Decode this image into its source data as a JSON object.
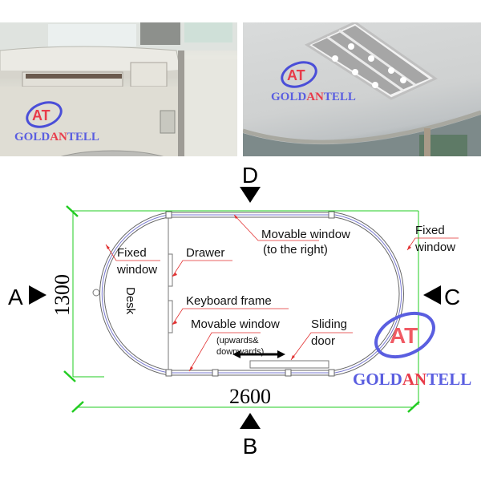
{
  "photos": {
    "left": {
      "subject": "desk-with-drawers-interior"
    },
    "right": {
      "subject": "ceiling-light-fixture"
    }
  },
  "watermark": {
    "brand_part1": "GOLD",
    "brand_part2": "AN",
    "brand_part3": "TELL",
    "emblem": "AT",
    "colors": {
      "blue": "#5a5ee0",
      "red": "#e83b4a"
    }
  },
  "diagram": {
    "views": {
      "top": "D",
      "left": "A",
      "right": "C",
      "bottom": "B"
    },
    "dimensions": {
      "width": "2600",
      "height": "1300"
    },
    "labels": {
      "fixed_window_left_1": "Fixed",
      "fixed_window_left_2": "window",
      "drawer": "Drawer",
      "desk": "Desk",
      "keyboard_frame": "Keyboard frame",
      "movable_window_top_1": "Movable window",
      "movable_window_top_2": "(to the right)",
      "fixed_window_right_1": "Fixed",
      "fixed_window_right_2": "window",
      "movable_window_bottom_1": "Movable window",
      "movable_window_bottom_2": "(upwards&",
      "movable_window_bottom_3": "downwards)",
      "sliding_door_1": "Sliding",
      "sliding_door_2": "door"
    },
    "colors": {
      "dimension": "#22cc22",
      "leader": "#e23030",
      "wall": "#6a6aa8",
      "glass": "#8a8ad8"
    }
  }
}
